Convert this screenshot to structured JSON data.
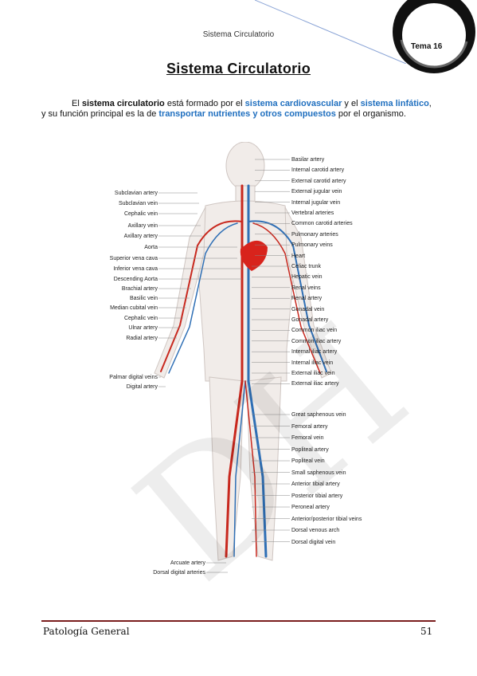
{
  "header": {
    "running_title": "Sistema Circulatorio",
    "badge": "Tema 16"
  },
  "title": "Sistema Circulatorio",
  "intro": {
    "p1": "El ",
    "b1": "sistema circulatorio",
    "p2": " está formado por el ",
    "b2": "sistema cardiovascular",
    "p3": " y el ",
    "b3": "sistema linfático",
    "p4": ",",
    "p5": "y su función principal es la de ",
    "b4": "transportar nutrientes y otros compuestos",
    "p6": " por el organismo."
  },
  "figure": {
    "watermark": "DH",
    "labels_left": [
      "Subclavian artery",
      "Subclavian vein",
      "Cephalic vein",
      "Axillary vein",
      "Axillary artery",
      "Aorta",
      "Superior vena cava",
      "Inferior vena cava",
      "Descending Aorta",
      "Brachial artery",
      "Basilic vein",
      "Median cubital vein",
      "Cephalic vein",
      "Ulnar artery",
      "Radial artery",
      "Palmar digital veins",
      "Digital artery",
      "Arcuate artery",
      "Dorsal digital arteries"
    ],
    "labels_right": [
      "Basilar artery",
      "Internal carotid artery",
      "External carotid artery",
      "External jugular vein",
      "Internal jugular vein",
      "Vertebral arteries",
      "Common carotid arteries",
      "Pulmonary arteries",
      "Pulmonary veins",
      "Heart",
      "Celiac trunk",
      "Hepatic vein",
      "Renal veins",
      "Renal artery",
      "Gonadal vein",
      "Gonadal artery",
      "Common iliac vein",
      "Common iliac artery",
      "Internal iliac artery",
      "Internal iliac vein",
      "External iliac vein",
      "External iliac artery",
      "Great saphenous vein",
      "Femoral artery",
      "Femoral vein",
      "Popliteal artery",
      "Popliteal vein",
      "Small saphenous vein",
      "Anterior tibial artery",
      "Posterior tibial artery",
      "Peroneal artery",
      "Anterior/posterior tibial veins",
      "Dorsal venous arch",
      "Dorsal digital vein"
    ]
  },
  "footer": {
    "left": "Patología General",
    "page": "51"
  },
  "colors": {
    "accent_blue": "#1f6fbf",
    "rule": "#7a1e1e",
    "artery": "#c8281e",
    "vein": "#2f6fb5"
  }
}
